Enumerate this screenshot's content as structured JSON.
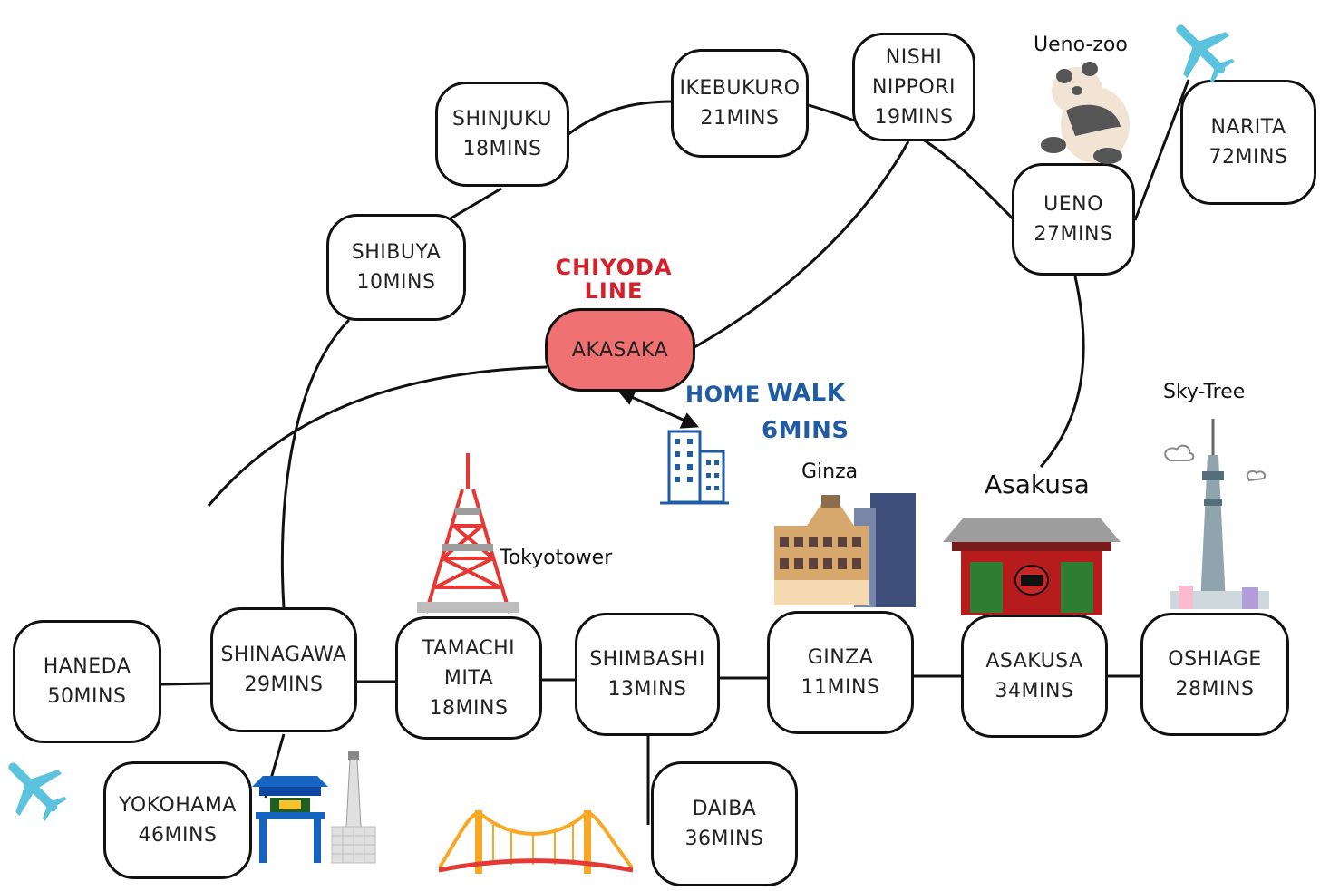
{
  "line": {
    "name_top": "CHIYODA",
    "name_bottom": "LINE"
  },
  "home": {
    "label": "HOME",
    "walk": "WALK",
    "time": "6MINS"
  },
  "stations": {
    "shinjuku": {
      "name": "SHINJUKU",
      "time": "18MINS"
    },
    "ikebukuro": {
      "name": "IKEBUKURO",
      "time": "21MINS"
    },
    "nishinippori": {
      "name1": "NISHI",
      "name2": "NIPPORI",
      "time": "19MINS"
    },
    "narita": {
      "name": "NARITA",
      "time": "72MINS"
    },
    "shibuya": {
      "name": "SHIBUYA",
      "time": "10MINS"
    },
    "ueno": {
      "name": "UENO",
      "time": "27MINS"
    },
    "akasaka": {
      "name": "AKASAKA"
    },
    "haneda": {
      "name": "HANEDA",
      "time": "50MINS"
    },
    "shinagawa": {
      "name": "SHINAGAWA",
      "time": "29MINS"
    },
    "tamachi": {
      "name1": "TAMACHI",
      "name2": "MITA",
      "time": "18MINS"
    },
    "shimbashi": {
      "name": "SHIMBASHI",
      "time": "13MINS"
    },
    "ginza": {
      "name": "GINZA",
      "time": "11MINS"
    },
    "asakusa": {
      "name": "ASAKUSA",
      "time": "34MINS"
    },
    "oshiage": {
      "name": "OSHIAGE",
      "time": "28MINS"
    },
    "yokohama": {
      "name": "YOKOHAMA",
      "time": "46MINS"
    },
    "daiba": {
      "name": "DAIBA",
      "time": "36MINS"
    }
  },
  "landmarks": {
    "ueno_zoo": "Ueno-zoo",
    "sky_tree": "Sky-Tree",
    "ginza": "Ginza",
    "asakusa": "Asakusa",
    "tokyo_tower": "Tokyotower"
  },
  "colors": {
    "home_station": "#f07171",
    "line_label": "#d51f2a",
    "walk_label": "#1f5ca3",
    "plane": "#5bc3de",
    "building": "#1f5ca3"
  }
}
